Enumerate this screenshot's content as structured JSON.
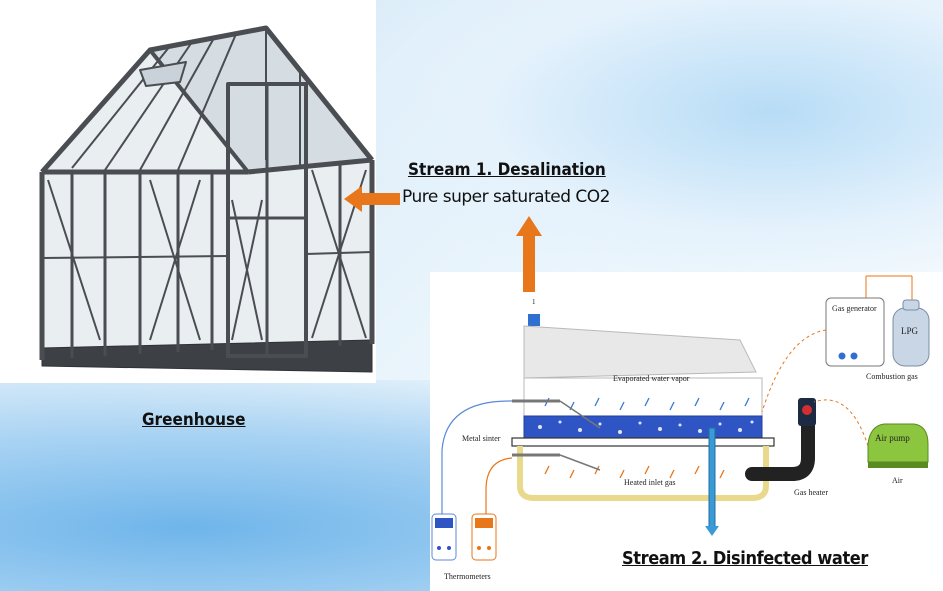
{
  "diagram": {
    "greenhouse_label": "Greenhouse",
    "stream1": {
      "title": "Stream 1. Desalination",
      "subtitle": "Pure super saturated CO2"
    },
    "stream2": {
      "title": "Stream 2. Disinfected water"
    },
    "apparatus": {
      "evaporated_vapor": "Evaporated water vapor",
      "metal_sinter": "Metal sinter",
      "heated_inlet_gas": "Heated inlet gas",
      "gas_generator": "Gas generator",
      "lpg": "LPG",
      "combustion_gas": "Combustion gas",
      "air_pump": "Air pump",
      "air": "Air",
      "gas_heater": "Gas heater",
      "thermometers": "Thermometers",
      "outlet_number": "1"
    },
    "colors": {
      "arrow": "#e8761a",
      "water": "#2f55c4",
      "frame": "#4a4d52",
      "pump": "#8cc63f"
    }
  }
}
